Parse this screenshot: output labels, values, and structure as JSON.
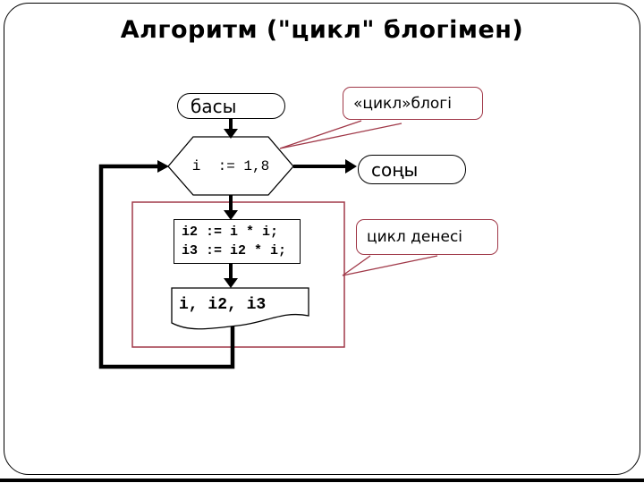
{
  "slide": {
    "title": "Алгоритм (\"цикл\" блогімен)"
  },
  "flowchart": {
    "start_label": "басы",
    "loop_header": "i  := 1,8",
    "end_label": "соңы",
    "process_line1": "i2 := i * i;",
    "process_line2": "i3 := i2 * i;",
    "output_label": "i, i2, i3"
  },
  "callouts": {
    "loop_block": "«цикл»блогі",
    "loop_body": "цикл денесі"
  },
  "colors": {
    "callout_red": "#a03848",
    "line_black": "#000000",
    "shape_fill": "#ffffff"
  }
}
